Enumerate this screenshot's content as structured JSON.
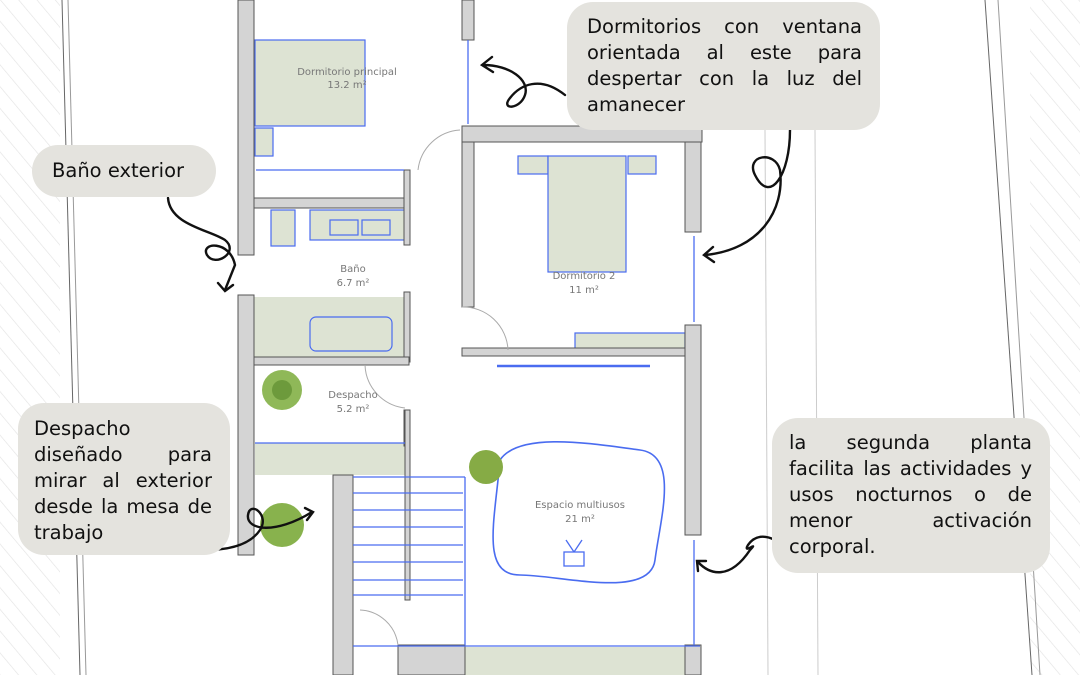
{
  "rooms": {
    "dormitorio_principal": {
      "name": "Dormitorio principal",
      "area": "13.2 m²"
    },
    "bano": {
      "name": "Baño",
      "area": "6.7 m²"
    },
    "dormitorio_2": {
      "name": "Dormitorio 2",
      "area": "11 m²"
    },
    "despacho": {
      "name": "Despacho",
      "area": "5.2 m²"
    },
    "espacio_multiusos": {
      "name": "Espacio multiusos",
      "area": "21 m²"
    }
  },
  "annotations": {
    "east_window": "Dormitorios con ventana orientada al este para despertar con la luz del amanecer",
    "bath": "Baño exterior",
    "office": "Despacho diseñado para mirar al exterior desde la mesa de trabajo",
    "second_floor": "la segunda planta facilita las actividades y usos nocturnos o de menor activación corporal."
  },
  "colors": {
    "wall": "#d4d4d4",
    "furniture": "#dde3d3",
    "blue": "#4a6cf0",
    "bubble": "#e4e3de"
  }
}
